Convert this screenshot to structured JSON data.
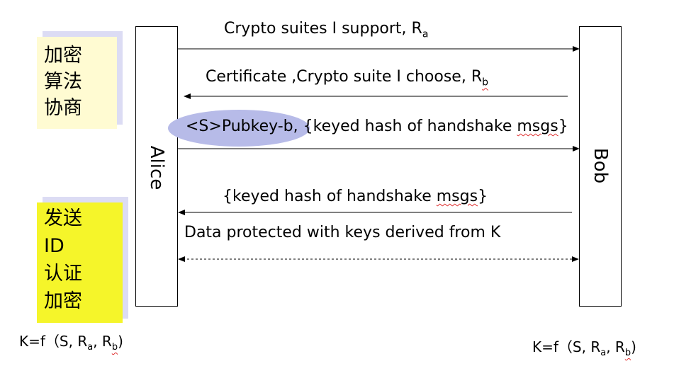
{
  "left_panel": {
    "top_box_lines": [
      "加密",
      "算法",
      "协商"
    ],
    "bottom_box_lines": [
      "发送",
      "ID",
      "认证",
      "加密"
    ]
  },
  "actors": {
    "alice": "Alice",
    "bob": "Bob"
  },
  "messages": {
    "m1": {
      "text": "Crypto suites I support, R",
      "sub": "a"
    },
    "m2": {
      "text": "Certificate ,Crypto suite I choose, R",
      "sub": "b"
    },
    "m3": {
      "highlight": "<S>Pubkey-b,",
      "rest": " {keyed hash of handshake ",
      "rest_wavy": "msgs",
      "rest_end": "}"
    },
    "m4": {
      "text": "{keyed hash of handshake ",
      "wavy": "msgs",
      "end": "}"
    },
    "m5": {
      "text": "Data protected with keys derived from K"
    }
  },
  "formulas": {
    "left": {
      "prefix": "K=f（S, R",
      "sub_a": "a",
      "mid": ", R",
      "sub_b": "b",
      "end": ")"
    },
    "right": {
      "prefix": "K=f（S, R",
      "sub_a": "a",
      "mid": ", R",
      "sub_b": "b",
      "end": ")"
    }
  },
  "colors": {
    "top_box": "#fffbd2",
    "bottom_box": "#f5f52a",
    "box_shadow": "#dcdcf4",
    "highlight_ellipse": "#b7bbe8",
    "wavy_underline": "#e03030"
  }
}
